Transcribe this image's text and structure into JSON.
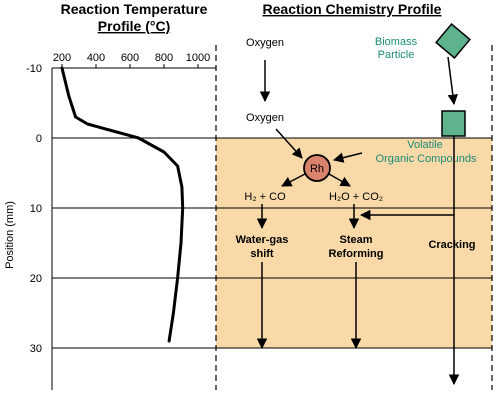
{
  "titles": {
    "temp_line1": "Reaction Temperature",
    "temp_line2": "Profile (°C)",
    "chem": "Reaction Chemistry Profile"
  },
  "axes": {
    "y_label": "Position (mm)",
    "x_ticks": [
      "200",
      "400",
      "600",
      "800",
      "1000"
    ],
    "y_ticks": [
      "-10",
      "0",
      "10",
      "20",
      "30"
    ]
  },
  "labels": {
    "oxygen_top": "Oxygen",
    "oxygen_mid": "Oxygen",
    "biomass_1": "Biomass",
    "biomass_2": "Particle",
    "volatile_1": "Volatile",
    "volatile_2": "Organic Compounds",
    "rh": "Rh",
    "h2_co": "H₂ + CO",
    "h2o_co2": "H₂O + CO₂",
    "wgs_1": "Water-gas",
    "wgs_2": "shift",
    "steam_1": "Steam",
    "steam_2": "Reforming",
    "cracking": "Cracking"
  },
  "colors": {
    "reaction_zone": "#f9d9a8",
    "rh_fill": "#d9826c",
    "particle": "#5fb38c",
    "label_green": "#1a8c74"
  },
  "chart_data": {
    "type": "line",
    "xlim": [
      130,
      1050
    ],
    "ylim": [
      -10,
      36
    ],
    "temperature_profile": [
      {
        "temp": 200,
        "pos": -10
      },
      {
        "temp": 220,
        "pos": -8
      },
      {
        "temp": 240,
        "pos": -6
      },
      {
        "temp": 280,
        "pos": -3
      },
      {
        "temp": 350,
        "pos": -2
      },
      {
        "temp": 500,
        "pos": -1
      },
      {
        "temp": 650,
        "pos": 0
      },
      {
        "temp": 800,
        "pos": 2
      },
      {
        "temp": 880,
        "pos": 4
      },
      {
        "temp": 905,
        "pos": 7
      },
      {
        "temp": 910,
        "pos": 10
      },
      {
        "temp": 900,
        "pos": 15
      },
      {
        "temp": 880,
        "pos": 20
      },
      {
        "temp": 855,
        "pos": 25
      },
      {
        "temp": 830,
        "pos": 29
      }
    ]
  }
}
